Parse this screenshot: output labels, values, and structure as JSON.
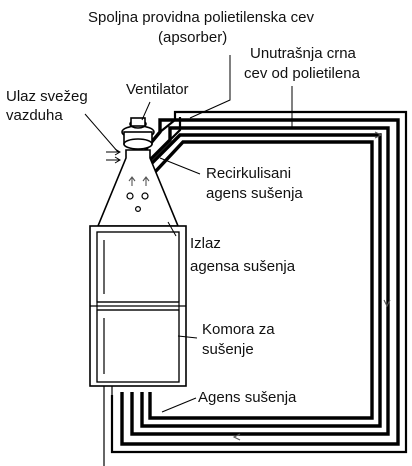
{
  "labels": {
    "outer_tube_line1": "Spoljna providna polietilenska cev",
    "outer_tube_line2": "(apsorber)",
    "inner_tube_line1": "Unutrašnja crna",
    "inner_tube_line2": "cev od polietilena",
    "fresh_air_line1": "Ulaz svežeg",
    "fresh_air_line2": "vazduha",
    "fan": "Ventilator",
    "recirc_line1": "Recirkulisani",
    "recirc_line2": "agens sušenja",
    "outlet_line1": "Izlaz",
    "outlet_line2": "agensa sušenja",
    "chamber_line1": "Komora za",
    "chamber_line2": "sušenje",
    "agent": "Agens sušenja"
  }
}
